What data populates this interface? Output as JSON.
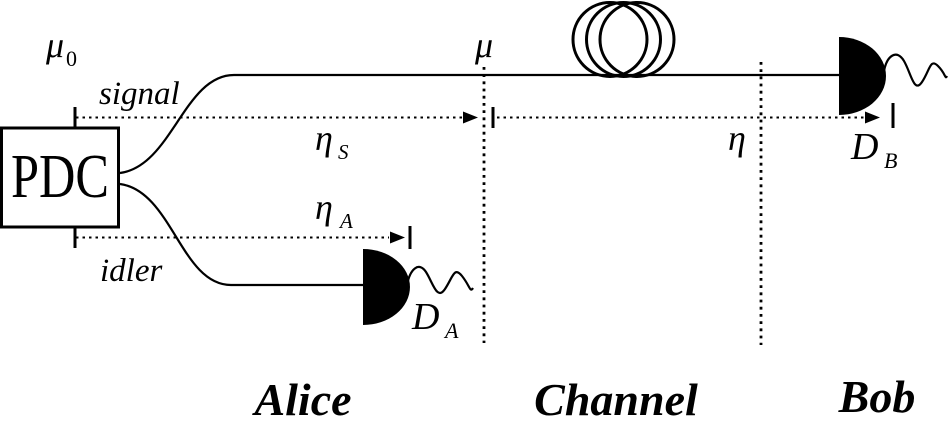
{
  "figure": {
    "background": "#ffffff",
    "ink": "#000000",
    "description": "PDC source with signal/idler fibers, channel fiber coil, detectors DA and DB"
  },
  "source": {
    "label": "PDC",
    "mu0_base": "μ",
    "mu0_sub": "0"
  },
  "modes": {
    "signal": "signal",
    "idler": "idler"
  },
  "params": {
    "eta_s_base": "η",
    "eta_s_sub": "S",
    "eta_a_base": "η",
    "eta_a_sub": "A",
    "eta_channel": "η",
    "mu_channel": "μ"
  },
  "detectors": {
    "da_base": "D",
    "da_sub": "A",
    "db_base": "D",
    "db_sub": "B"
  },
  "regions": {
    "alice": "Alice",
    "channel": "Channel",
    "bob": "Bob"
  }
}
